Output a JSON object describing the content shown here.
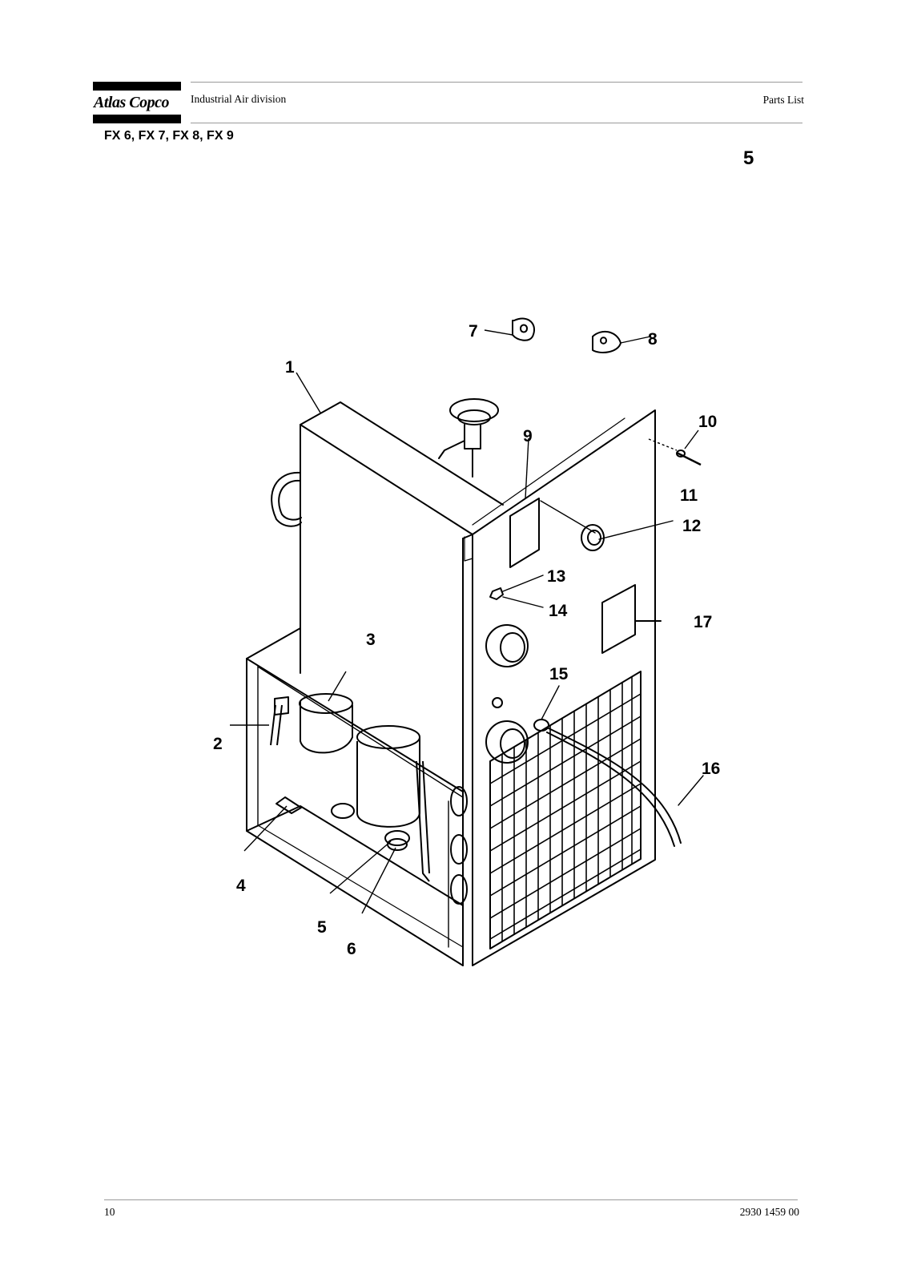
{
  "header": {
    "brand": "Atlas Copco",
    "division": "Industrial Air division",
    "document_type": "Parts List"
  },
  "models": "FX 6, FX 7, FX 8, FX 9",
  "section_number": "5",
  "callouts": [
    "1",
    "2",
    "3",
    "4",
    "5",
    "6",
    "7",
    "8",
    "9",
    "10",
    "11",
    "12",
    "13",
    "14",
    "15",
    "16",
    "17"
  ],
  "footer": {
    "page_number": "10",
    "document_number": "2930 1459 00"
  }
}
